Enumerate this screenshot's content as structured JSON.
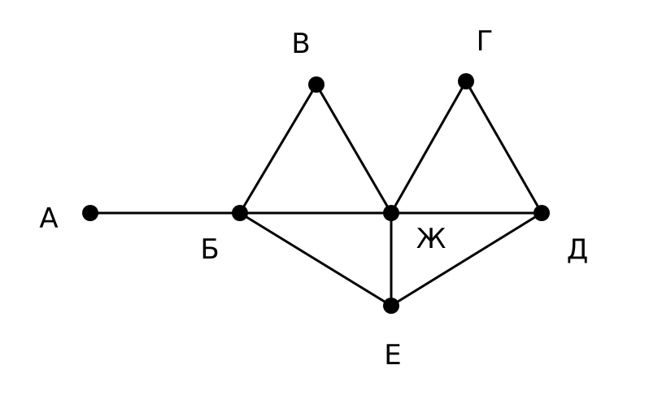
{
  "graph": {
    "nodes": [
      {
        "id": "A",
        "label": "А"
      },
      {
        "id": "B",
        "label": "Б"
      },
      {
        "id": "V",
        "label": "В"
      },
      {
        "id": "G",
        "label": "Г"
      },
      {
        "id": "ZH",
        "label": "Ж"
      },
      {
        "id": "D",
        "label": "Д"
      },
      {
        "id": "E",
        "label": "Е"
      }
    ],
    "edges": [
      [
        "A",
        "B"
      ],
      [
        "B",
        "V"
      ],
      [
        "V",
        "ZH"
      ],
      [
        "B",
        "ZH"
      ],
      [
        "ZH",
        "G"
      ],
      [
        "G",
        "D"
      ],
      [
        "ZH",
        "D"
      ],
      [
        "B",
        "E"
      ],
      [
        "ZH",
        "E"
      ],
      [
        "E",
        "D"
      ]
    ]
  }
}
